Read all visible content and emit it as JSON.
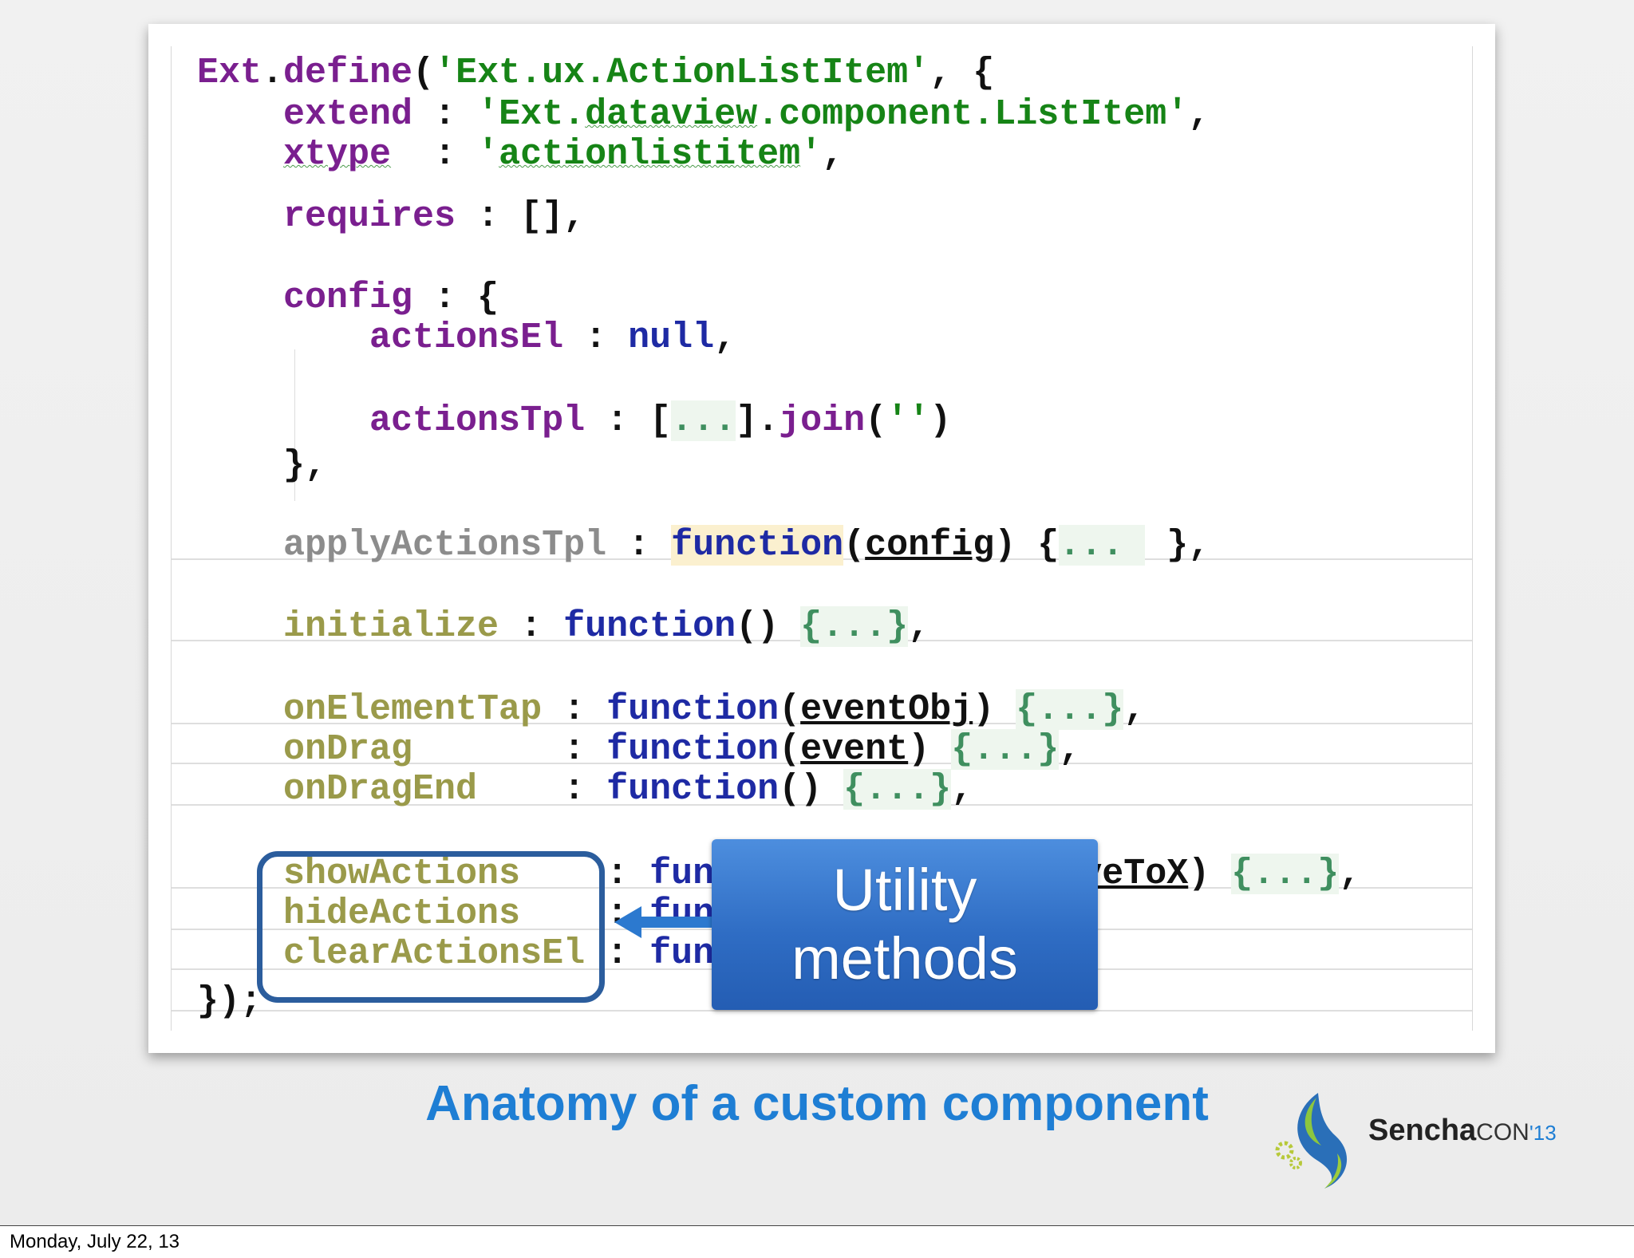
{
  "code": {
    "lines": [
      [
        {
          "t": "Ext",
          "c": "t-kw"
        },
        {
          "t": ".",
          "c": "t-pl"
        },
        {
          "t": "define",
          "c": "t-kw"
        },
        {
          "t": "(",
          "c": "t-pl"
        },
        {
          "t": "'Ext.ux.ActionListItem'",
          "c": "t-str"
        },
        {
          "t": ", {",
          "c": "t-pl"
        }
      ],
      [
        {
          "t": "    extend",
          "c": "t-kw"
        },
        {
          "t": " : ",
          "c": "t-pl"
        },
        {
          "t": "'Ext.",
          "c": "t-str"
        },
        {
          "t": "dataview",
          "c": "t-str t-squig"
        },
        {
          "t": ".component.ListItem'",
          "c": "t-str"
        },
        {
          "t": ",",
          "c": "t-pl"
        }
      ],
      [
        {
          "t": "    ",
          "c": "t-pl"
        },
        {
          "t": "xtype",
          "c": "t-kw t-squig"
        },
        {
          "t": "  : ",
          "c": "t-pl"
        },
        {
          "t": "'",
          "c": "t-str"
        },
        {
          "t": "actionlistitem",
          "c": "t-str t-squig"
        },
        {
          "t": "'",
          "c": "t-str"
        },
        {
          "t": ",",
          "c": "t-pl"
        }
      ],
      [],
      [
        {
          "t": "    requires",
          "c": "t-kw"
        },
        {
          "t": " : [],",
          "c": "t-pl"
        }
      ],
      [],
      [
        {
          "t": "    config",
          "c": "t-kw"
        },
        {
          "t": " : {",
          "c": "t-pl"
        }
      ],
      [
        {
          "t": "        actionsEl",
          "c": "t-kw"
        },
        {
          "t": " : ",
          "c": "t-pl"
        },
        {
          "t": "null",
          "c": "t-fn"
        },
        {
          "t": ",",
          "c": "t-pl"
        }
      ],
      [],
      [
        {
          "t": "        actionsTpl",
          "c": "t-kw"
        },
        {
          "t": " : [",
          "c": "t-pl"
        },
        {
          "t": "...",
          "c": "t-ell"
        },
        {
          "t": "].",
          "c": "t-pl"
        },
        {
          "t": "join",
          "c": "t-kw"
        },
        {
          "t": "(",
          "c": "t-pl"
        },
        {
          "t": "''",
          "c": "t-str"
        },
        {
          "t": ")",
          "c": "t-pl"
        }
      ],
      [
        {
          "t": "    },",
          "c": "t-pl"
        }
      ],
      [],
      [
        {
          "t": "    applyActionsTpl",
          "c": "t-dimg"
        },
        {
          "t": " : ",
          "c": "t-pl"
        },
        {
          "t": "function",
          "c": "t-fn t-hl"
        },
        {
          "t": "(",
          "c": "t-pl"
        },
        {
          "t": "config",
          "c": "t-pl t-ul"
        },
        {
          "t": ") {",
          "c": "t-pl"
        },
        {
          "t": "... ",
          "c": "t-ell"
        },
        {
          "t": " },",
          "c": "t-pl"
        }
      ],
      [],
      [
        {
          "t": "    initialize",
          "c": "t-dim"
        },
        {
          "t": " : ",
          "c": "t-pl"
        },
        {
          "t": "function",
          "c": "t-fn"
        },
        {
          "t": "() ",
          "c": "t-pl"
        },
        {
          "t": "{...}",
          "c": "t-ell"
        },
        {
          "t": ",",
          "c": "t-pl"
        }
      ],
      [],
      [
        {
          "t": "    onElementTap",
          "c": "t-dim"
        },
        {
          "t": " : ",
          "c": "t-pl"
        },
        {
          "t": "function",
          "c": "t-fn"
        },
        {
          "t": "(",
          "c": "t-pl"
        },
        {
          "t": "eventObj",
          "c": "t-pl t-ul"
        },
        {
          "t": ") ",
          "c": "t-pl"
        },
        {
          "t": "{...}",
          "c": "t-ell"
        },
        {
          "t": ",",
          "c": "t-pl"
        }
      ],
      [
        {
          "t": "    onDrag",
          "c": "t-dim"
        },
        {
          "t": "       : ",
          "c": "t-pl"
        },
        {
          "t": "function",
          "c": "t-fn"
        },
        {
          "t": "(",
          "c": "t-pl"
        },
        {
          "t": "event",
          "c": "t-pl t-ul"
        },
        {
          "t": ") ",
          "c": "t-pl"
        },
        {
          "t": "{...}",
          "c": "t-ell"
        },
        {
          "t": ",",
          "c": "t-pl"
        }
      ],
      [
        {
          "t": "    onDragEnd",
          "c": "t-dim"
        },
        {
          "t": "    : ",
          "c": "t-pl"
        },
        {
          "t": "function",
          "c": "t-fn"
        },
        {
          "t": "() ",
          "c": "t-pl"
        },
        {
          "t": "{...}",
          "c": "t-ell"
        },
        {
          "t": ",",
          "c": "t-pl"
        }
      ],
      [],
      [
        {
          "t": "    showActions",
          "c": "t-dim"
        },
        {
          "t": "    : ",
          "c": "t-pl"
        },
        {
          "t": "function(actions, ",
          "c": "t-fn"
        },
        {
          "t": "moveToX",
          "c": "t-pl t-ul"
        },
        {
          "t": ") ",
          "c": "t-pl"
        },
        {
          "t": "{...}",
          "c": "t-ell"
        },
        {
          "t": ",",
          "c": "t-pl"
        }
      ],
      [
        {
          "t": "    hideActions",
          "c": "t-dim"
        },
        {
          "t": "    : ",
          "c": "t-pl"
        },
        {
          "t": "function() ",
          "c": "t-fn"
        },
        {
          "t": "{...}",
          "c": "t-ell"
        },
        {
          "t": ",",
          "c": "t-pl"
        }
      ],
      [
        {
          "t": "    clearActionsEl",
          "c": "t-dim"
        },
        {
          "t": " : ",
          "c": "t-pl"
        },
        {
          "t": "function() ",
          "c": "t-fn"
        },
        {
          "t": "{...}",
          "c": "t-ell"
        }
      ],
      [
        {
          "t": "});",
          "c": "t-pl"
        }
      ]
    ]
  },
  "callout": {
    "line1": "Utility",
    "line2": "methods"
  },
  "slide": {
    "title": "Anatomy of a custom component"
  },
  "logo": {
    "brand": "Sencha",
    "con": "CON",
    "year": "'13"
  },
  "footer": {
    "date": "Monday, July 22, 13"
  },
  "colors": {
    "title_blue": "#1e7ed4",
    "callout_blue": "#2f6dc4",
    "callout_border": "#2b5d9d"
  }
}
